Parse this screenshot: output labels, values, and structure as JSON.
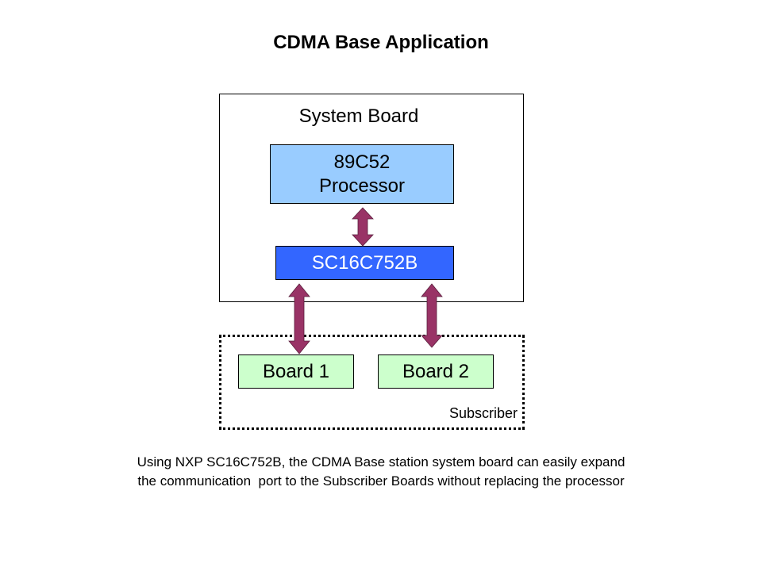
{
  "title": "CDMA Base Application",
  "system_board": {
    "label": "System Board",
    "processor": {
      "line1": "89C52",
      "line2": "Processor",
      "fill": "#99ccff"
    },
    "uart": {
      "label": "SC16C752B",
      "fill": "#3366ff"
    }
  },
  "subscriber": {
    "label": "Subscriber",
    "boards": [
      {
        "label": "Board 1",
        "fill": "#ccffcc"
      },
      {
        "label": "Board 2",
        "fill": "#ccffcc"
      }
    ]
  },
  "connections": [
    {
      "from": "89C52 Processor",
      "to": "SC16C752B",
      "type": "bidirectional"
    },
    {
      "from": "SC16C752B",
      "to": "Board 1",
      "type": "bidirectional"
    },
    {
      "from": "SC16C752B",
      "to": "Board 2",
      "type": "bidirectional"
    }
  ],
  "arrow_color": "#993366",
  "caption": {
    "line1": "Using NXP SC16C752B, the CDMA Base station system board can easily expand",
    "line2": "the communication  port to the Subscriber Boards without replacing the processor"
  }
}
